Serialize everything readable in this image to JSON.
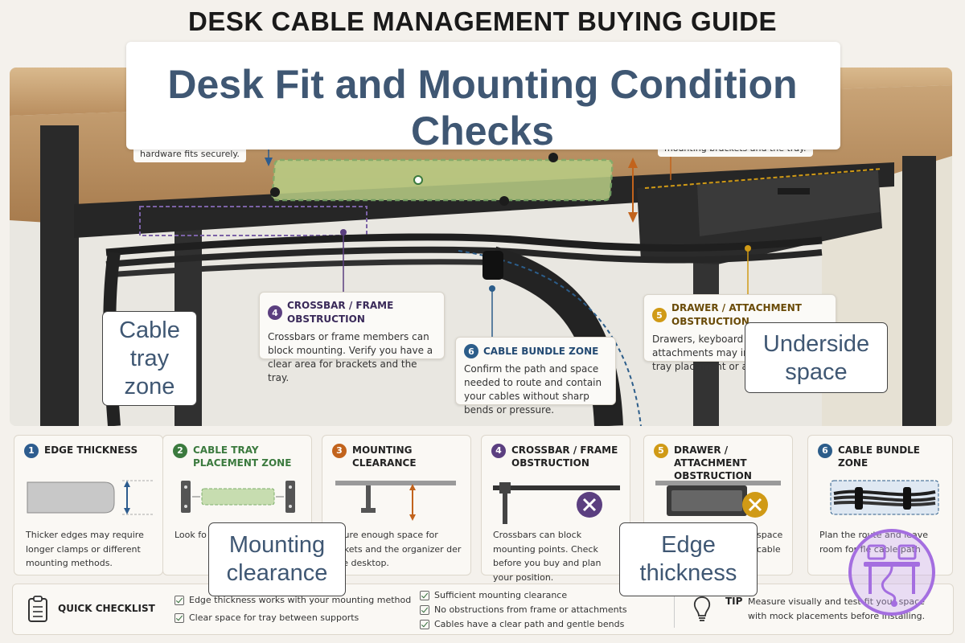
{
  "page": {
    "title": "DESK CABLE MANAGEMENT BUYING GUIDE",
    "banner_line1": "Desk Fit and Mounting Condition",
    "banner_line2": "Checks"
  },
  "colors": {
    "blue": "#2d5c8e",
    "green": "#3b7a3e",
    "orange": "#c2631c",
    "purple": "#5b3f80",
    "yellow": "#d09a16",
    "teal": "#2c5d8a",
    "banner_text": "#3f5773"
  },
  "scene_callouts": {
    "top_left_fragment": "hardware fits securely.",
    "top_right_fragment": "mounting brackets and the tray.",
    "crossbar": {
      "num": "4",
      "title": "CROSSBAR / FRAME OBSTRUCTION",
      "body": "Crossbars or frame members can block mounting. Verify you have a clear area for brackets and the tray."
    },
    "bundle": {
      "num": "6",
      "title": "CABLE BUNDLE ZONE",
      "body": "Confirm the path and space needed to route and contain your cables without sharp bends or pressure."
    },
    "drawer": {
      "num": "5",
      "title": "DRAWER / ATTACHMENT OBSTRUCTION",
      "body_line1": "Drawers, keyboard trays, or other",
      "body_line2": "attachments may inte",
      "body_line3": "tray placement or acc"
    }
  },
  "zone_labels": {
    "cable_tray": "Cable tray zone",
    "underside": "Underside space",
    "mounting": "Mounting clearance",
    "edge": "Edge thickness"
  },
  "cards": [
    {
      "num": "1",
      "icon": "edge-thickness-icon",
      "title": "EDGE THICKNESS",
      "body": "Thicker edges may require longer clamps or different mounting methods."
    },
    {
      "num": "2",
      "icon": "tray-placement-icon",
      "title": "CABLE TRAY PLACEMENT ZONE",
      "body": "Look fo betwe your tra"
    },
    {
      "num": "3",
      "icon": "mounting-clearance-icon",
      "title": "MOUNTING CLEARANCE",
      "body": "asure enough space for ackets and the organizer der the desktop."
    },
    {
      "num": "4",
      "icon": "crossbar-icon",
      "title": "CROSSBAR / FRAME OBSTRUCTION",
      "body": "Crossbars can block mounting points. Check before you buy and plan your position."
    },
    {
      "num": "5",
      "icon": "drawer-icon",
      "title": "DRAWER / ATTACHMENT OBSTRUCTION",
      "body": "space cable"
    },
    {
      "num": "6",
      "icon": "cable-bundle-icon",
      "title": "CABLE BUNDLE ZONE",
      "body": "Plan the route and leave room for fle cable path"
    }
  ],
  "checklist": {
    "title": "QUICK CHECKLIST",
    "items": [
      "Edge thickness works with your mounting method",
      "Clear space for tray between supports",
      "Sufficient mounting clearance",
      "No obstructions from frame or attachments",
      "Cables have a clear path and gentle bends"
    ],
    "tip_label": "TIP",
    "tip_line1": "Measure visually and test-fit your space",
    "tip_line2": "with mock placements before installing."
  }
}
